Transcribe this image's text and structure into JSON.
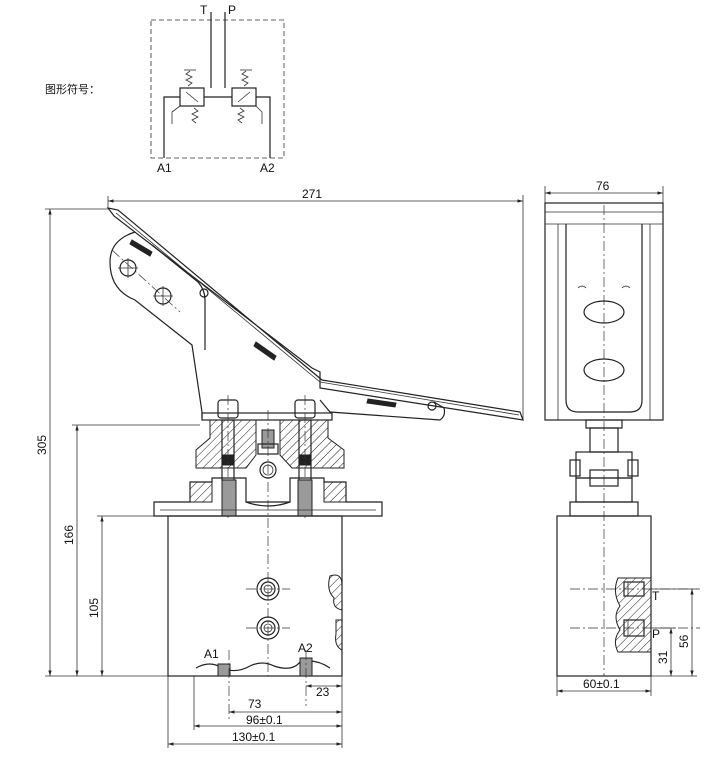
{
  "symbol": {
    "caption": "图形符号：",
    "port_t": "T",
    "port_p": "P",
    "port_a1": "A1",
    "port_a2": "A2"
  },
  "front_view": {
    "dim_overall_width": "271",
    "dim_overall_height": "305",
    "dim_height_166": "166",
    "dim_height_105": "105",
    "dim_73": "73",
    "dim_23": "23",
    "dim_96": "96±0.1",
    "dim_130": "130±0.1",
    "port_a1": "A1",
    "port_a2": "A2"
  },
  "side_view": {
    "dim_top_width": "76",
    "dim_bottom_width": "60±0.1",
    "dim_56": "56",
    "dim_31": "31",
    "port_t": "T",
    "port_p": "P"
  }
}
